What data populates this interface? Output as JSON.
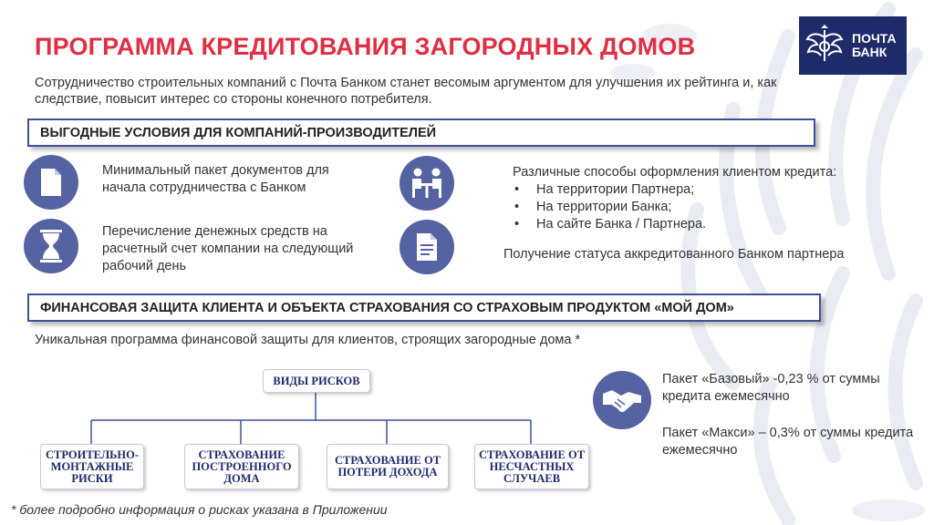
{
  "page": {
    "title": "ПРОГРАММА КРЕДИТОВАНИЯ ЗАГОРОДНЫХ ДОМОВ",
    "subtitle": "Сотрудничество строительных компаний с Почта Банком станет весомым аргументом для улучшения их рейтинга и, как следствие, повысит интерес со стороны конечного потребителя."
  },
  "logo": {
    "line1": "ПОЧТА",
    "line2": "БАНК"
  },
  "section1": {
    "heading": "ВЫГОДНЫЕ УСЛОВИЯ ДЛЯ КОМПАНИЙ-ПРОИЗВОДИТЕЛЕЙ",
    "items": [
      {
        "icon": "document-icon",
        "text": "Минимальный пакет документов для начала сотрудничества с Банком"
      },
      {
        "icon": "hourglass-icon",
        "text": "Перечисление денежных средств на расчетный счет компании на следующий рабочий день"
      },
      {
        "icon": "meeting-icon",
        "text": "Различные способы оформления клиентом кредита:",
        "bullets": [
          "На территории Партнера;",
          "На территории Банка;",
          "На сайте Банка / Партнера."
        ]
      },
      {
        "icon": "certificate-icon",
        "text": "Получение статуса аккредитованного Банком партнера"
      }
    ]
  },
  "section2": {
    "heading": "ФИНАНСОВАЯ ЗАЩИТА КЛИЕНТА И ОБЪЕКТА СТРАХОВАНИЯ СО СТРАХОВЫМ ПРОДУКТОМ «МОЙ ДОМ»",
    "intro": "Уникальная программа финансовой защиты для клиентов, строящих загородные дома *",
    "tree_root": "ВИДЫ РИСКОВ",
    "risks": [
      "СТРОИТЕЛЬНО-МОНТАЖНЫЕ РИСКИ",
      "СТРАХОВАНИЕ ПОСТРОЕННОГО ДОМА",
      "СТРАХОВАНИЕ ОТ ПОТЕРИ ДОХОДА",
      "СТРАХОВАНИЕ ОТ НЕСЧАСТНЫХ СЛУЧАЕВ"
    ],
    "packages": [
      "Пакет «Базовый»  -0,23 % от суммы кредита ежемесячно",
      "Пакет «Макси» – 0,3% от суммы кредита ежемесячно"
    ],
    "package_icon": "handshake-icon"
  },
  "footnote": "* более подробно информация о рисках указана в Приложении",
  "colors": {
    "accent_red": "#e02f45",
    "brand_navy": "#1f2a6b",
    "icon_circle": "#5663a2",
    "banner_border": "#3f4f97"
  }
}
